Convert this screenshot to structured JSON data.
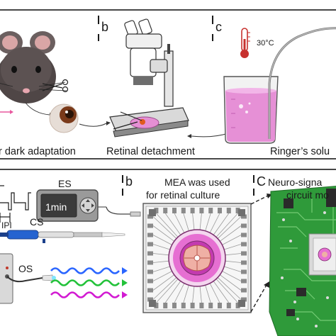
{
  "top_panel": {
    "letter_b": "b",
    "letter_c": "c",
    "temperature": "30°C",
    "caption_dark": "r dark adaptation",
    "caption_detach": "Retinal detachment",
    "caption_ringer": "Ringer’s solu"
  },
  "bottom_panel": {
    "letter_b": "b",
    "letter_c": "C",
    "es_label": "ES",
    "es_display": "1min",
    "ipi_label": "IPI",
    "cs_label": "CS",
    "os_label": "OS",
    "mea_title_line1": "MEA was used",
    "mea_title_line2": "for retinal culture",
    "neuro_line1": "Neuro-signa",
    "neuro_line2": "circuit mo"
  },
  "colors": {
    "pink_solution": "#e690d6",
    "pcb_green": "#2f9a3a",
    "wave_blue": "#2b66ff",
    "wave_green": "#23c23a",
    "wave_magenta": "#d21ad2",
    "frame_gray": "#555555"
  },
  "icons": [
    "mouse-icon",
    "eye-icon",
    "microscope-icon",
    "thermometer-icon",
    "beaker-icon",
    "stimulator-icon",
    "pipette-icon",
    "light-source-icon",
    "mea-chip-icon",
    "pcb-board-icon"
  ]
}
